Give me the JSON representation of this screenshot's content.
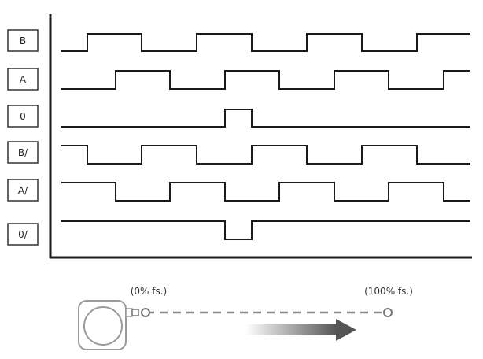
{
  "diagram": {
    "channels": [
      {
        "name": "B",
        "levels": [
          0,
          1,
          0,
          1,
          0,
          1,
          0,
          1
        ]
      },
      {
        "name": "A",
        "levels": [
          0,
          1,
          0,
          1,
          0,
          1,
          0,
          1
        ]
      },
      {
        "name": "0",
        "levels": [
          0,
          1,
          0
        ]
      },
      {
        "name": "B/",
        "levels": [
          1,
          0,
          1,
          0,
          1,
          0,
          1,
          0
        ]
      },
      {
        "name": "A/",
        "levels": [
          1,
          0,
          1,
          0,
          1,
          0,
          1,
          0
        ]
      },
      {
        "name": "0/",
        "levels": [
          1,
          0,
          1
        ]
      }
    ],
    "position_start_label": "(0% fs.)",
    "position_end_label": "(100% fs.)",
    "colors": {
      "signal": "#1a1a1a",
      "label_border": "#333333",
      "encoder": "#9a9a9a",
      "arrow_dark": "#555555",
      "arrow_light": "#ffffff"
    }
  }
}
